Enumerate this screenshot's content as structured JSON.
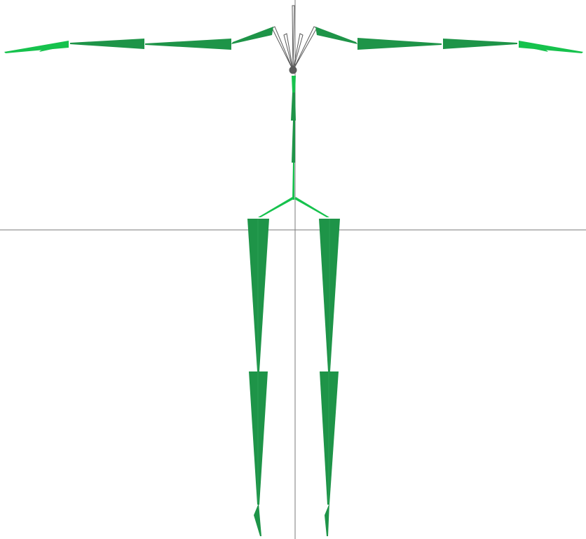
{
  "viewport": {
    "background": "#ffffff",
    "axis_color": "#7a7a7a"
  },
  "skeleton": {
    "bone_color_dark": "#1e9448",
    "bone_color_light": "#16c24d",
    "head_bone_color": "#5a5a5a",
    "bones": [
      "root",
      "spine-lower",
      "spine-upper",
      "neck",
      "left-hip",
      "right-hip",
      "left-thigh",
      "right-thigh",
      "left-shin",
      "right-shin",
      "left-foot",
      "right-foot",
      "left-clavicle",
      "right-clavicle",
      "left-upper-arm",
      "right-upper-arm",
      "left-forearm",
      "right-forearm",
      "left-hand",
      "right-hand",
      "head-rig"
    ]
  }
}
